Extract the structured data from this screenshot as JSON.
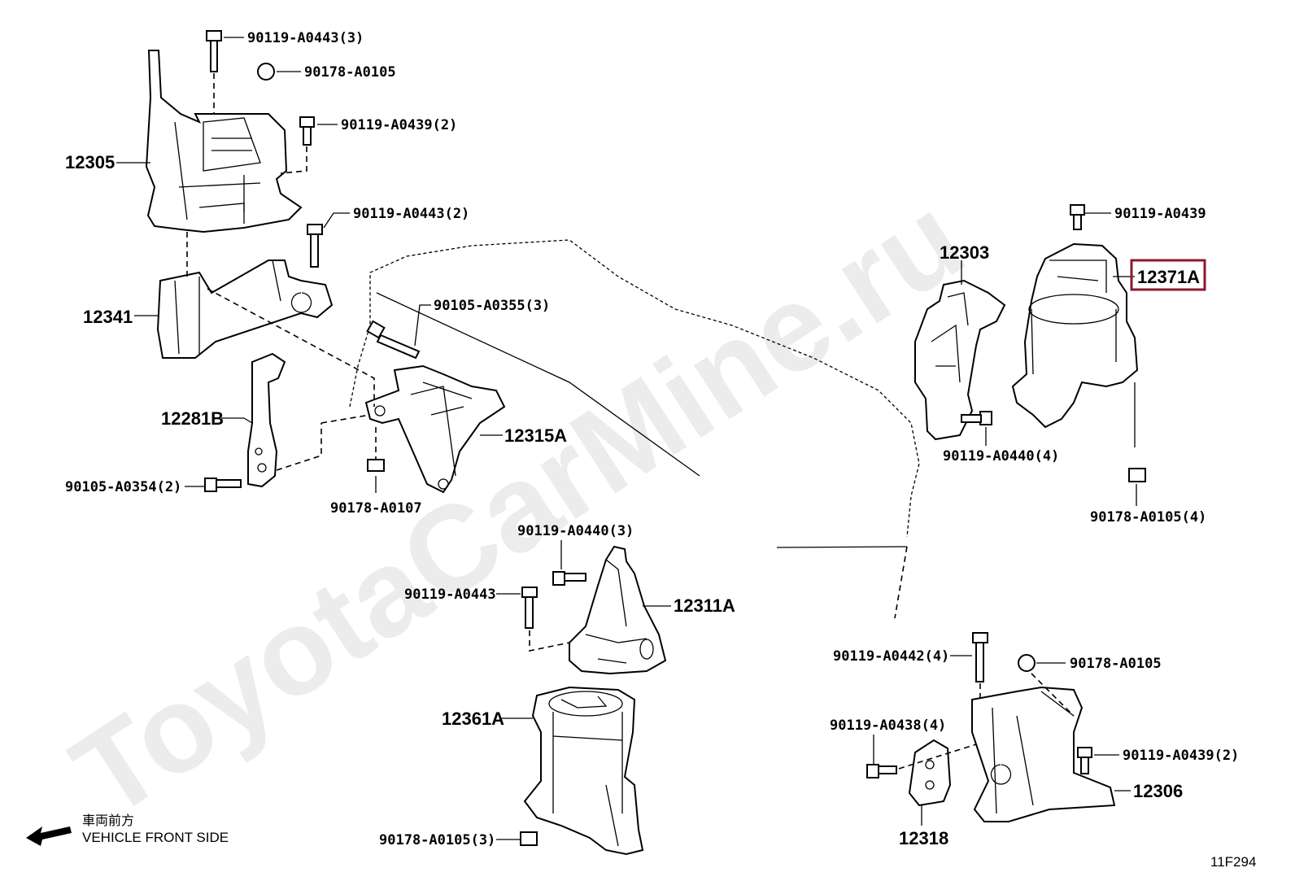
{
  "watermark": "ToyotaCarMine.ru",
  "diagram_code": "11F294",
  "direction": {
    "jp": "車両前方",
    "en": "VEHICLE FRONT SIDE"
  },
  "highlight_color": "#8b1a2b",
  "parts": {
    "p12305": "12305",
    "p12341": "12341",
    "p12281B": "12281B",
    "p12315A": "12315A",
    "p12311A": "12311A",
    "p12361A": "12361A",
    "p12303": "12303",
    "p12371A": "12371A",
    "p12306": "12306",
    "p12318": "12318"
  },
  "fasteners": {
    "f1": "90119-A0443(3)",
    "f2": "90178-A0105",
    "f3": "90119-A0439(2)",
    "f4": "90119-A0443(2)",
    "f5": "90105-A0355(3)",
    "f6": "90105-A0354(2)",
    "f7": "90178-A0107",
    "f8": "90119-A0440(3)",
    "f9": "90119-A0443",
    "f10": "90178-A0105(3)",
    "f11": "90119-A0439",
    "f12": "90119-A0440(4)",
    "f13": "90178-A0105(4)",
    "f14": "90119-A0442(4)",
    "f15": "90178-A0105",
    "f16": "90119-A0438(4)",
    "f17": "90119-A0439(2)"
  }
}
